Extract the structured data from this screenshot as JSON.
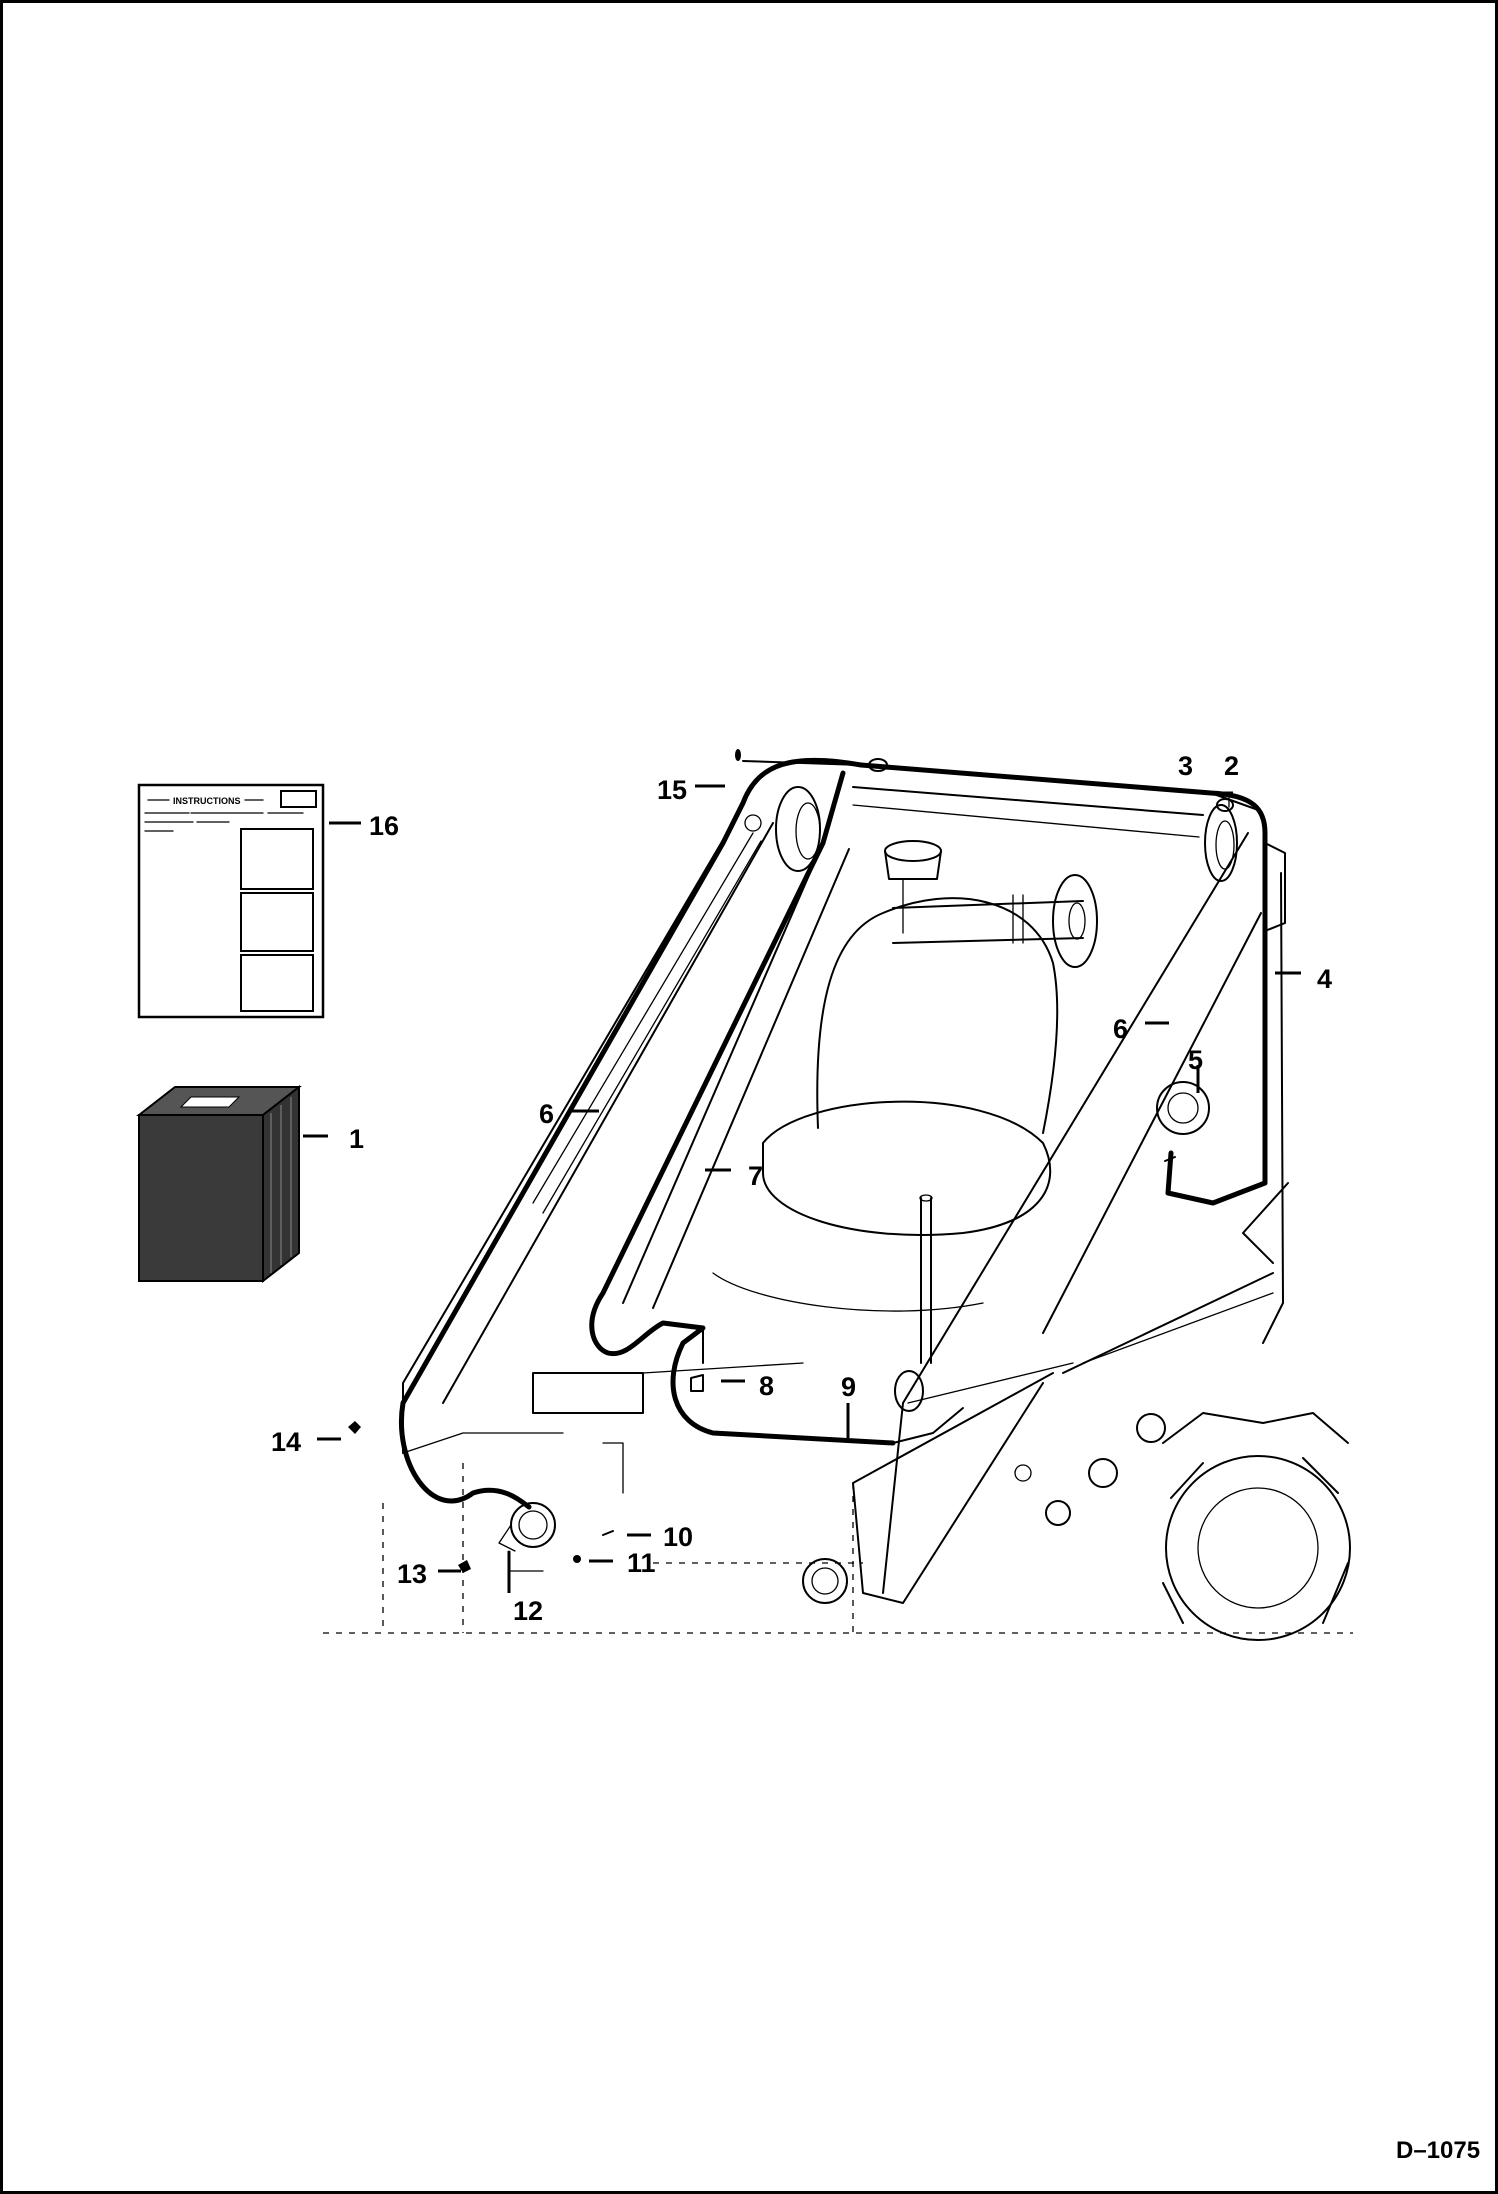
{
  "figure": {
    "id": "D–1075",
    "decal_heading": "INSTRUCTIONS"
  },
  "callouts": [
    {
      "number": "1"
    },
    {
      "number": "2"
    },
    {
      "number": "3"
    },
    {
      "number": "4"
    },
    {
      "number": "5"
    },
    {
      "number": "6"
    },
    {
      "number": "6"
    },
    {
      "number": "7"
    },
    {
      "number": "8"
    },
    {
      "number": "9"
    },
    {
      "number": "10"
    },
    {
      "number": "11"
    },
    {
      "number": "12"
    },
    {
      "number": "13"
    },
    {
      "number": "14"
    },
    {
      "number": "15"
    },
    {
      "number": "16"
    }
  ],
  "colors": {
    "ink": "#000000",
    "paper": "#ffffff",
    "box_gray": "#3a3a3a"
  }
}
